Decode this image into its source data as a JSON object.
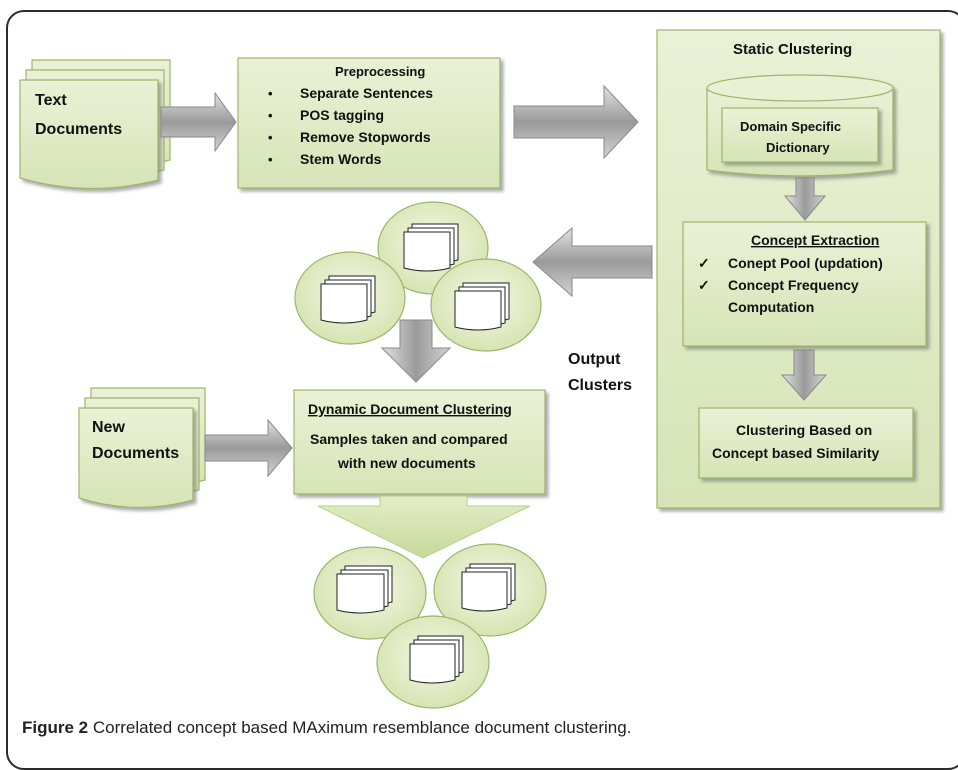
{
  "text_documents": {
    "line1": "Text",
    "line2": "Documents"
  },
  "preprocessing": {
    "title": "Preprocessing",
    "items": [
      "Separate Sentences",
      "POS tagging",
      "Remove Stopwords",
      "Stem Words"
    ]
  },
  "static_clustering": {
    "title": "Static Clustering",
    "dictionary": {
      "line1": "Domain Specific",
      "line2": "Dictionary"
    },
    "concept_extraction": {
      "title": "Concept Extraction",
      "item1": "Conept Pool (updation)",
      "item2_line1": "Concept Frequency",
      "item2_line2": "Computation"
    },
    "clustering": {
      "line1": "Clustering Based on",
      "line2": "Concept based Similarity"
    }
  },
  "output_clusters": {
    "line1": "Output",
    "line2": "Clusters"
  },
  "new_documents": {
    "line1": "New",
    "line2": "Documents"
  },
  "dynamic_clustering": {
    "title": "Dynamic Document Clustering",
    "line1": "Samples taken and compared",
    "line2": "with new documents"
  },
  "caption": {
    "label": "Figure 2",
    "text": " Correlated concept based MAximum resemblance document clustering."
  },
  "colors": {
    "box_fill": "#dde8c2",
    "box_border": "#9db46a",
    "arrow": "#b7b7b7"
  }
}
